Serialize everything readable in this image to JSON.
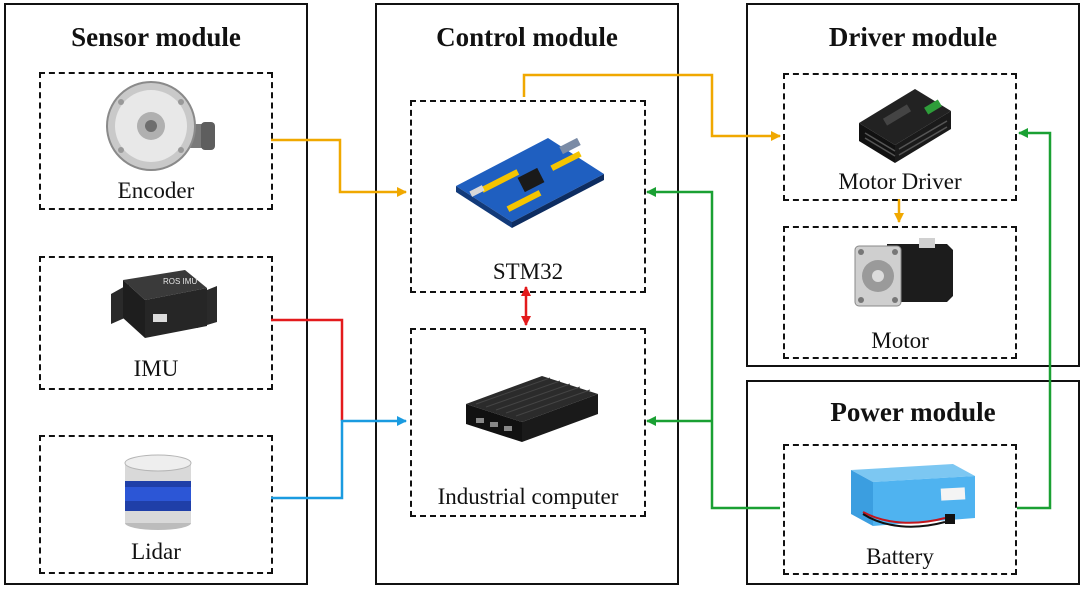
{
  "modules": {
    "sensor": {
      "title": "Sensor module",
      "encoder": {
        "label": "Encoder",
        "icon": "encoder-icon"
      },
      "imu": {
        "label": "IMU",
        "icon": "imu-icon",
        "device_text": "ROS IMU"
      },
      "lidar": {
        "label": "Lidar",
        "icon": "lidar-icon"
      }
    },
    "control": {
      "title": "Control module",
      "stm32": {
        "label": "STM32",
        "icon": "circuit-board-icon"
      },
      "computer": {
        "label": "Industrial computer",
        "icon": "industrial-pc-icon"
      }
    },
    "driver": {
      "title": "Driver module",
      "motor_driver": {
        "label": "Motor Driver",
        "icon": "motor-driver-icon"
      },
      "motor": {
        "label": "Motor",
        "icon": "servo-motor-icon"
      }
    },
    "power": {
      "title": "Power module",
      "battery": {
        "label": "Battery",
        "icon": "battery-pack-icon"
      }
    }
  },
  "colors": {
    "border": "#111111",
    "encoder_link": "#f0a800",
    "imu_link": "#e31a1c",
    "lidar_link": "#1a9be0",
    "power_link": "#1aa033",
    "stm32_link": "#e31a1c"
  }
}
